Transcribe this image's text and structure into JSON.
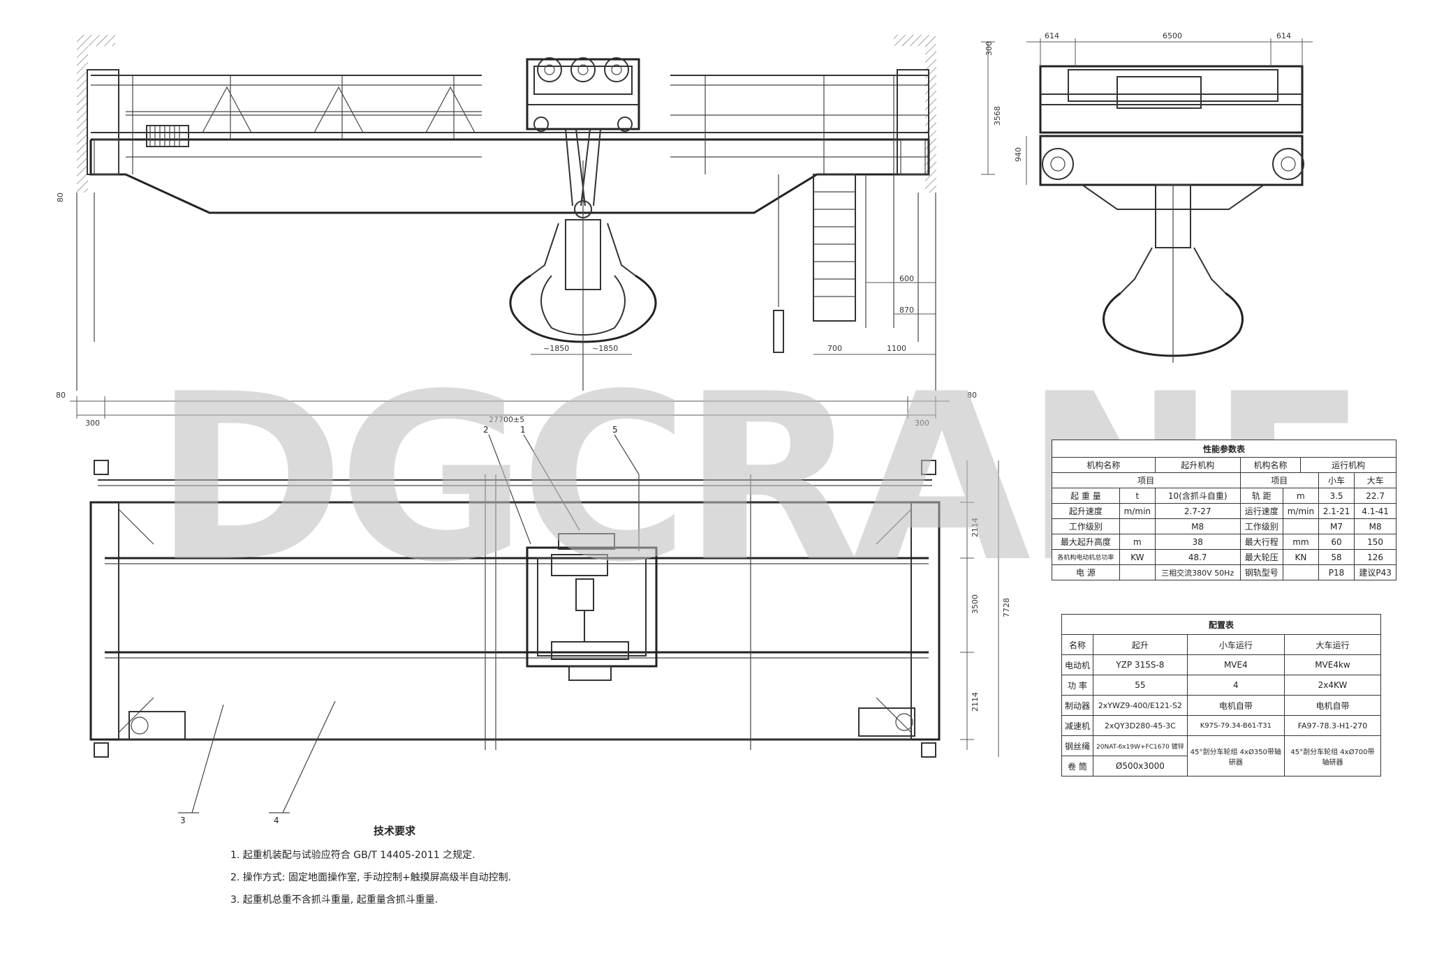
{
  "watermark": "DGCRANE",
  "front_view": {
    "dims": {
      "top_right_clear": "300",
      "height_total": "3568",
      "left_end": "80",
      "grab_left": "~1850",
      "grab_right": "~1850",
      "ladder_600": "600",
      "ladder_870": "870",
      "cab_700": "700",
      "cab_1100": "1100",
      "left_rail_offset": "80",
      "right_rail_offset": "80",
      "left_300": "300",
      "span": "27700±5",
      "right_300": "300"
    }
  },
  "side_view": {
    "dims": {
      "left": "614",
      "gauge": "6500",
      "right": "614",
      "wheel_height": "940"
    }
  },
  "plan_view": {
    "callouts": [
      "2",
      "1",
      "5",
      "3",
      "4"
    ],
    "dims": {
      "top_part": "2114",
      "middle": "3500",
      "bottom_part": "2114",
      "total": "7728"
    }
  },
  "performance_table": {
    "title": "性能参数表",
    "header": {
      "mechanism_name": "机构名称",
      "item": "项目",
      "hoist": "起升机构",
      "running": "运行机构",
      "trolley": "小车",
      "crane": "大车"
    },
    "rows": [
      {
        "l_name": "起 重 量",
        "l_unit": "t",
        "l_value": "10(含抓斗自重)",
        "r_name": "轨 距",
        "r_unit": "m",
        "r_trolley": "3.5",
        "r_crane": "22.7"
      },
      {
        "l_name": "起升速度",
        "l_unit": "m/min",
        "l_value": "2.7-27",
        "r_name": "运行速度",
        "r_unit": "m/min",
        "r_trolley": "2.1-21",
        "r_crane": "4.1-41"
      },
      {
        "l_name": "工作级别",
        "l_unit": "",
        "l_value": "M8",
        "r_name": "工作级别",
        "r_unit": "",
        "r_trolley": "M7",
        "r_crane": "M8"
      },
      {
        "l_name": "最大起升高度",
        "l_unit": "m",
        "l_value": "38",
        "r_name": "最大行程",
        "r_unit": "mm",
        "r_trolley": "60",
        "r_crane": "150"
      },
      {
        "l_name": "各机构电动机总功率",
        "l_unit": "KW",
        "l_value": "48.7",
        "r_name": "最大轮压",
        "r_unit": "KN",
        "r_trolley": "58",
        "r_crane": "126"
      },
      {
        "l_name": "电 源",
        "l_unit": "",
        "l_value": "三相交流380V 50Hz",
        "r_name": "钢轨型号",
        "r_unit": "",
        "r_trolley": "P18",
        "r_crane": "建议P43"
      }
    ]
  },
  "config_table": {
    "title": "配置表",
    "header": [
      "名称",
      "起升",
      "小车运行",
      "大车运行"
    ],
    "rows": [
      [
        "电动机",
        "YZP 315S-8",
        "MVE4",
        "MVE4kw"
      ],
      [
        "功 率",
        "55",
        "4",
        "2x4KW"
      ],
      [
        "制动器",
        "2xYWZ9-400/E121-S2",
        "电机自带",
        "电机自带"
      ],
      [
        "减速机",
        "2xQY3D280-45-3C",
        "K97S-79.34-B61-T31",
        "FA97-78.3-H1-270"
      ],
      [
        "钢丝绳",
        "20NAT-6x19W+FC1670 镀锌",
        "45°剖分车轮组 4xØ350带轴研器",
        "45°剖分车轮组 4xØ700带轴研器"
      ],
      [
        "卷 筒",
        "Ø500x3000",
        "",
        ""
      ]
    ]
  },
  "notes": {
    "title": "技术要求",
    "items": [
      "1. 起重机装配与试验应符合 GB/T 14405-2011 之规定.",
      "2. 操作方式: 固定地面操作室, 手动控制+触摸屏高级半自动控制.",
      "3. 起重机总重不含抓斗重量, 起重量含抓斗重量."
    ]
  }
}
